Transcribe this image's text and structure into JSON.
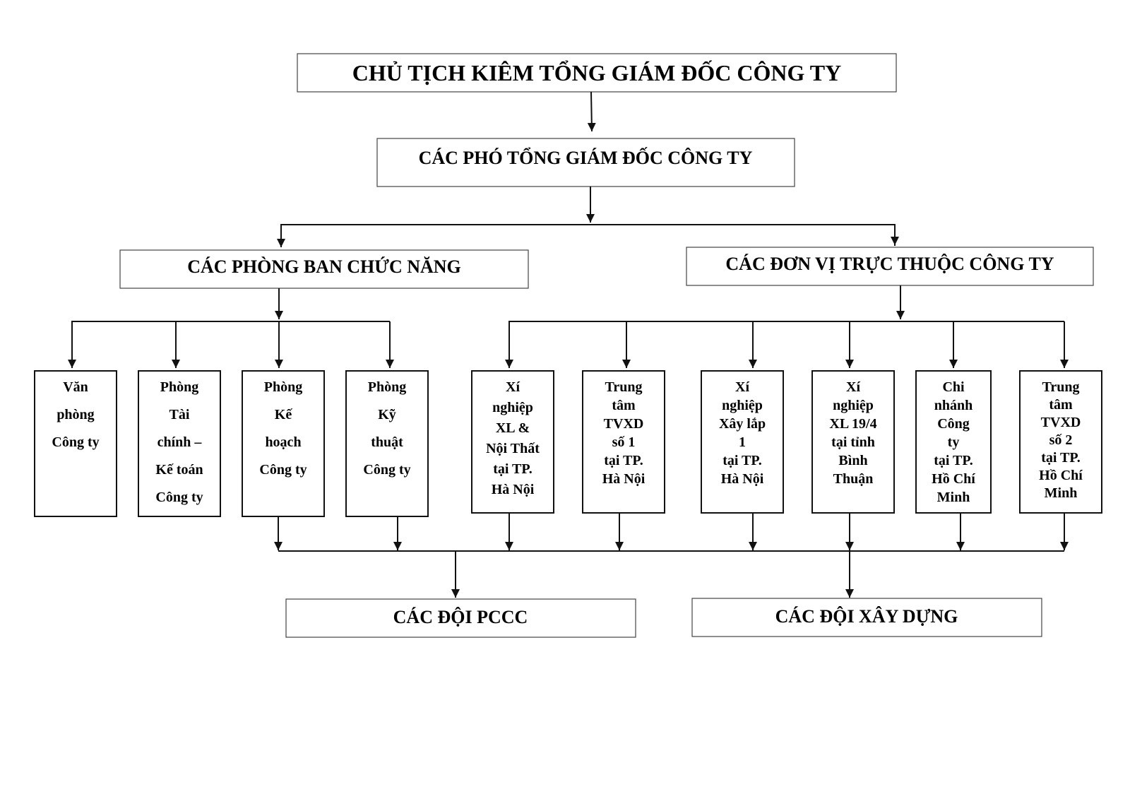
{
  "chart": {
    "top": {
      "label": "CHỦ TỊCH KIÊM TỔNG GIÁM ĐỐC CÔNG TY"
    },
    "deputy": {
      "label": "CÁC PHÓ TỔNG GIÁM ĐỐC CÔNG TY"
    },
    "branches": [
      {
        "label": "CÁC PHÒNG BAN CHỨC NĂNG",
        "units": [
          {
            "lines": [
              "Văn",
              "phòng",
              "Công ty"
            ]
          },
          {
            "lines": [
              "Phòng",
              "Tài",
              "chính –",
              "Kế toán",
              "Công ty"
            ]
          },
          {
            "lines": [
              "Phòng",
              "Kế",
              "hoạch",
              "Công ty"
            ]
          },
          {
            "lines": [
              "Phòng",
              "Kỹ",
              "thuật",
              "Công ty"
            ]
          }
        ]
      },
      {
        "label": "CÁC ĐƠN VỊ TRỰC THUỘC CÔNG TY",
        "units": [
          {
            "lines": [
              "Xí",
              "nghiệp",
              "XL &",
              "Nội Thất",
              "tại TP.",
              "Hà Nội"
            ]
          },
          {
            "lines": [
              "Trung",
              "tâm",
              "TVXD",
              "số 1",
              "tại TP.",
              "Hà Nội"
            ]
          },
          {
            "lines": [
              "Xí",
              "nghiệp",
              "Xây lắp",
              "1",
              "tại TP.",
              "Hà Nội"
            ]
          },
          {
            "lines": [
              "Xí",
              "nghiệp",
              "XL 19/4",
              "tại tỉnh",
              "Bình",
              "Thuận"
            ]
          },
          {
            "lines": [
              "Chi",
              "nhánh",
              "Công",
              "ty",
              "tại TP.",
              "Hồ Chí",
              "Minh"
            ]
          },
          {
            "lines": [
              "Trung",
              "tâm",
              "TVXD",
              "số 2",
              "tại TP.",
              "Hồ Chí",
              "Minh"
            ]
          }
        ]
      }
    ],
    "teams": [
      {
        "label": "CÁC ĐỘI PCCC"
      },
      {
        "label": "CÁC ĐỘI XÂY DỰNG"
      }
    ]
  }
}
